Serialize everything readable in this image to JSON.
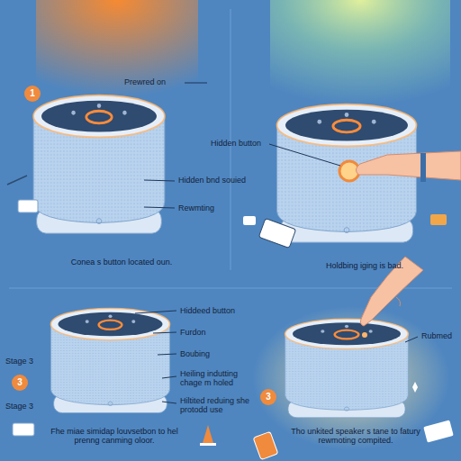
{
  "diagram": {
    "labels": [
      "1",
      "Prewred on",
      "Hidden bnd souied",
      "Rewmting",
      "Conea s button located oun.",
      "Hidden button",
      "Holdbing iging is bad.",
      "Stage 3",
      "Hiddeed button",
      "Furdon",
      "Boubing",
      "3",
      "Heiling indutting chage m holed",
      "Stage 3",
      "Hiltited reduing she protodd use",
      "Fhe miae simidap louvsetbon to hel prenng canming oloor.",
      "3",
      "Rubmed",
      "Tho unkited speaker s tane to fatury rewmoting compited."
    ]
  }
}
